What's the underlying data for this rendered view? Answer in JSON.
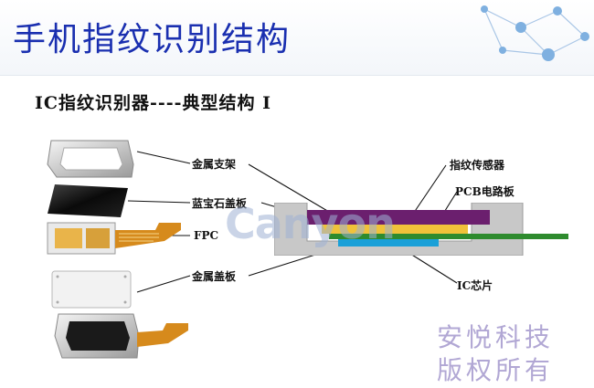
{
  "header": {
    "title": "手机指纹识别结构"
  },
  "diagram": {
    "subtitle": "IC指纹识别器----典型结构 I",
    "left_labels": {
      "metal_bracket": "金属支架",
      "sapphire_cover": "蓝宝石盖板",
      "fpc": "FPC",
      "metal_cover": "金属盖板"
    },
    "right_labels": {
      "fingerprint_sensor": "指纹传感器",
      "pcb_board": "PCB电路板",
      "ic_chip": "IC芯片"
    },
    "watermark": "Canyon",
    "copyright": [
      "安悦科技",
      "版权所有"
    ],
    "colors": {
      "title": "#1a2fb0",
      "sapphire_layer": "#6b1f6e",
      "fingerprint_sensor_layer": "#f0c23a",
      "ic_chip_layer": "#1aa0d8",
      "pcb_layer": "#2e8b2e",
      "frame": "#c8c8c8"
    }
  }
}
